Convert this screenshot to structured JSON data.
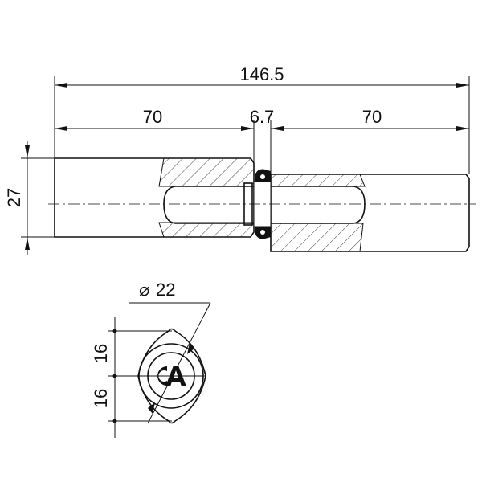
{
  "dimensions": {
    "overall_length": "146.5",
    "left_length": "70",
    "gap": "6.7",
    "right_length": "70",
    "height": "27",
    "diameter": "22",
    "diameter_symbol": "⌀",
    "upper_offset": "16",
    "lower_offset": "16"
  },
  "colors": {
    "line": "#111111",
    "background": "#ffffff"
  }
}
